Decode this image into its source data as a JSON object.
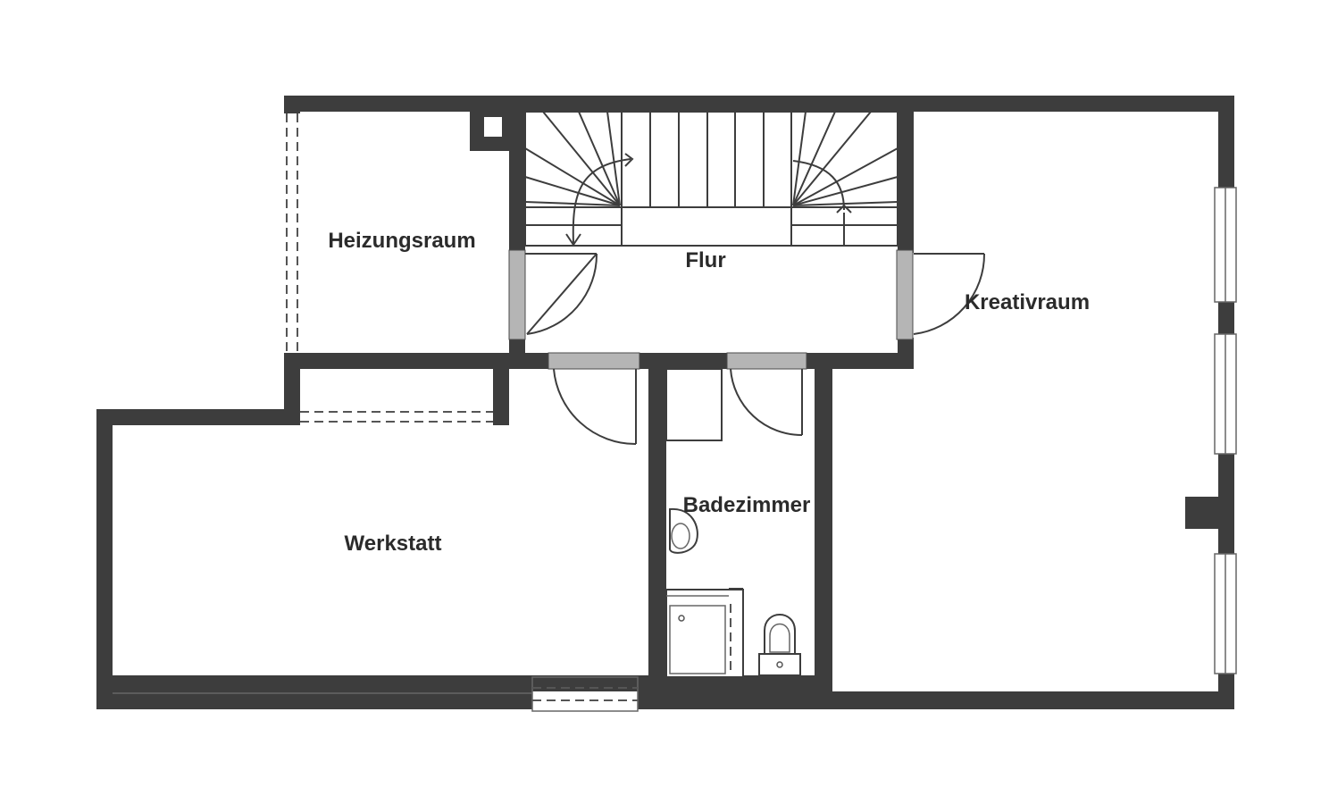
{
  "floorplan": {
    "rooms": {
      "heizungsraum": "Heizungsraum",
      "flur": "Flur",
      "kreativraum": "Kreativraum",
      "werkstatt": "Werkstatt",
      "badezimmer": "Badezimmer"
    },
    "colors": {
      "wall": "#3d3d3d",
      "door_frame": "#b5b5b5",
      "background": "#ffffff"
    }
  }
}
